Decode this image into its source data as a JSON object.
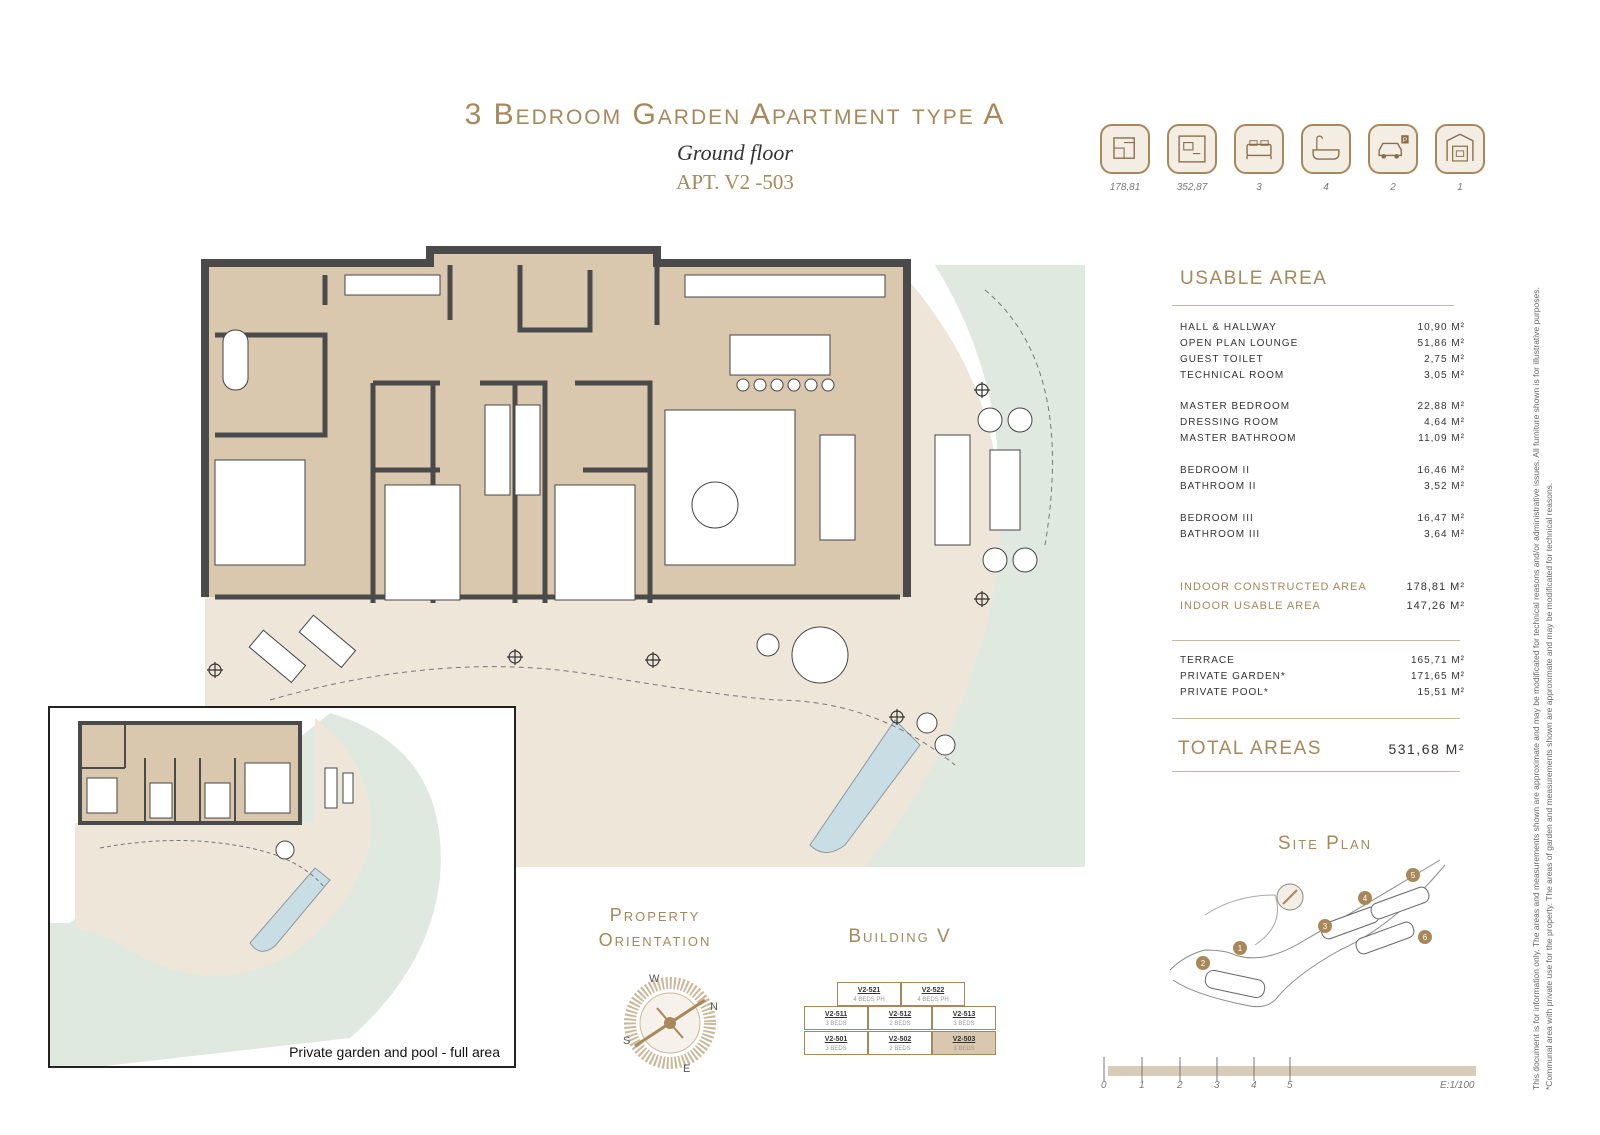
{
  "header": {
    "title": "3 Bedroom Garden Apartment type A",
    "subtitle": "Ground floor",
    "apartment": "APT. V2 -503"
  },
  "features": [
    {
      "icon": "floorplan-icon",
      "value": "178,81"
    },
    {
      "icon": "plot-plan-icon",
      "value": "352,87"
    },
    {
      "icon": "bed-icon",
      "value": "3"
    },
    {
      "icon": "bathtub-icon",
      "value": "4"
    },
    {
      "icon": "parking-icon",
      "value": "2"
    },
    {
      "icon": "storage-icon",
      "value": "1"
    }
  ],
  "usable_area": {
    "title": "USABLE AREA",
    "rows": [
      {
        "label": "HALL & HALLWAY",
        "value": "10,90 M²"
      },
      {
        "label": "OPEN PLAN LOUNGE",
        "value": "51,86 M²"
      },
      {
        "label": "GUEST TOILET",
        "value": "2,75 M²"
      },
      {
        "label": "TECHNICAL ROOM",
        "value": "3,05 M²"
      },
      {
        "label": "MASTER BEDROOM",
        "value": "22,88 M²"
      },
      {
        "label": "DRESSING ROOM",
        "value": "4,64 M²"
      },
      {
        "label": "MASTER BATHROOM",
        "value": "11,09 M²"
      },
      {
        "label": "BEDROOM II",
        "value": "16,46 M²"
      },
      {
        "label": "BATHROOM II",
        "value": "3,52 M²"
      },
      {
        "label": "BEDROOM III",
        "value": "16,47 M²"
      },
      {
        "label": "BATHROOM III",
        "value": "3,64 M²"
      }
    ],
    "indoor": [
      {
        "label": "INDOOR CONSTRUCTED AREA",
        "value": "178,81 M²"
      },
      {
        "label": "INDOOR USABLE AREA",
        "value": "147,26 M²"
      }
    ],
    "outdoor": [
      {
        "label": "TERRACE",
        "value": "165,71 M²"
      },
      {
        "label": "PRIVATE GARDEN*",
        "value": "171,65 M²"
      },
      {
        "label": "PRIVATE POOL*",
        "value": "15,51 M²"
      }
    ],
    "total_label": "TOTAL AREAS",
    "total_value": "531,68 M²"
  },
  "site_plan": {
    "title": "Site Plan",
    "markers": [
      "1",
      "2",
      "3",
      "4",
      "5",
      "6"
    ]
  },
  "orientation": {
    "title_line1": "Property",
    "title_line2": "Orientation",
    "labels": {
      "n": "N",
      "s": "S",
      "e": "E",
      "w": "W"
    }
  },
  "building": {
    "title": "Building V",
    "units": [
      {
        "code": "V2-521",
        "beds": "4 BEDS PH"
      },
      {
        "code": "V2-522",
        "beds": "4 BEDS PH"
      },
      {
        "code": "V2-511",
        "beds": "3 BEDS"
      },
      {
        "code": "V2-512",
        "beds": "2 BEDS"
      },
      {
        "code": "V2-513",
        "beds": "3 BEDS"
      },
      {
        "code": "V2-501",
        "beds": "3 BEDS"
      },
      {
        "code": "V2-502",
        "beds": "2 BEDS"
      },
      {
        "code": "V2-503",
        "beds": "3 BEDS"
      }
    ]
  },
  "scale": {
    "ticks": [
      "0",
      "1",
      "2",
      "3",
      "4",
      "5"
    ],
    "ratio": "E:1/100"
  },
  "inset": {
    "caption": "Private garden and pool - full area"
  },
  "disclaimer": {
    "line1": "This document is for information only. The areas and measurements shown are approximate and may be modificated for technical reasons and/or administrative issues. All furniture shown is for illustrative purposes.",
    "line2": "*Communal area with private use for the property. The areas of garden and measurements shown are approximate and may be modificated for technical reasons."
  },
  "colors": {
    "accent": "#a8875a",
    "interior": "#d9c8ae",
    "terrace": "#efe6da",
    "garden": "#dfe9df",
    "pool": "#c9dde5",
    "wall": "#4a4a4a"
  }
}
